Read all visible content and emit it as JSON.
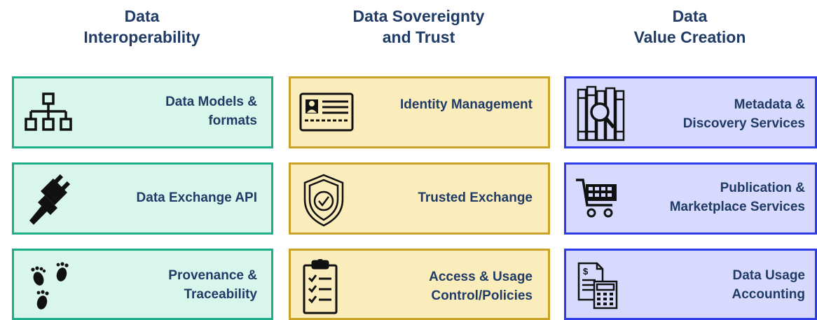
{
  "columns": [
    {
      "heading": [
        "Data",
        "Interoperability"
      ],
      "boxes": [
        {
          "label": [
            "Data Models &",
            "formats"
          ],
          "icon": "hierarchy-icon"
        },
        {
          "label": [
            "Data Exchange API"
          ],
          "icon": "plug-icon"
        },
        {
          "label": [
            "Provenance &",
            "Traceability"
          ],
          "icon": "footprints-icon"
        }
      ]
    },
    {
      "heading": [
        "Data Sovereignty",
        "and Trust"
      ],
      "boxes": [
        {
          "label": [
            "Identity Management"
          ],
          "icon": "id-card-icon"
        },
        {
          "label": [
            "Trusted Exchange"
          ],
          "icon": "shield-check-icon"
        },
        {
          "label": [
            "Access & Usage",
            "Control/Policies"
          ],
          "icon": "clipboard-checklist-icon"
        }
      ]
    },
    {
      "heading": [
        "Data",
        "Value Creation"
      ],
      "boxes": [
        {
          "label": [
            "Metadata &",
            "Discovery Services"
          ],
          "icon": "books-search-icon"
        },
        {
          "label": [
            "Publication &",
            "Marketplace Services"
          ],
          "icon": "shopping-cart-icon"
        },
        {
          "label": [
            "Data Usage",
            "Accounting"
          ],
          "icon": "invoice-calculator-icon"
        }
      ]
    }
  ],
  "colors": {
    "heading_text": "#1f3b66",
    "interoperability_fill": "#d9f6ec",
    "interoperability_border": "#1fae8a",
    "sovereignty_fill": "#faecbb",
    "sovereignty_border": "#c9a227",
    "value_fill": "#d7dafc",
    "value_border": "#2d3ce6"
  }
}
